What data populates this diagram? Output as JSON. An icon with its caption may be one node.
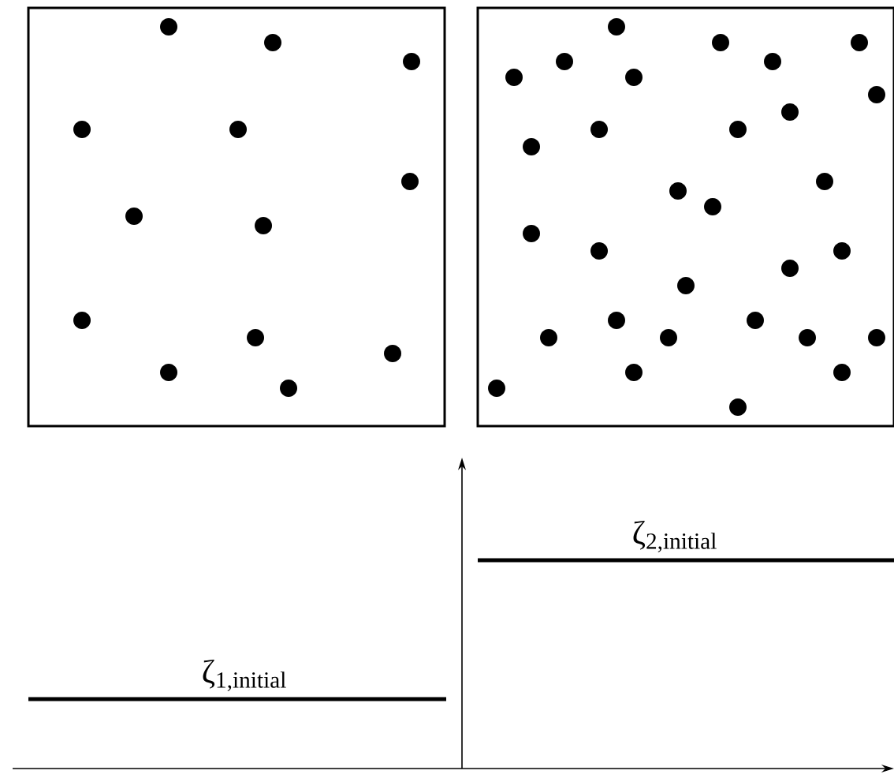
{
  "diagram": {
    "nodes": [
      {
        "text": [],
        "shape": "box"
      },
      {
        "text": [],
        "shape": "box"
      }
    ],
    "labels": [
      "ζ$_{1,initial}$",
      "ζ$_{2,initial}$"
    ]
  }
}
